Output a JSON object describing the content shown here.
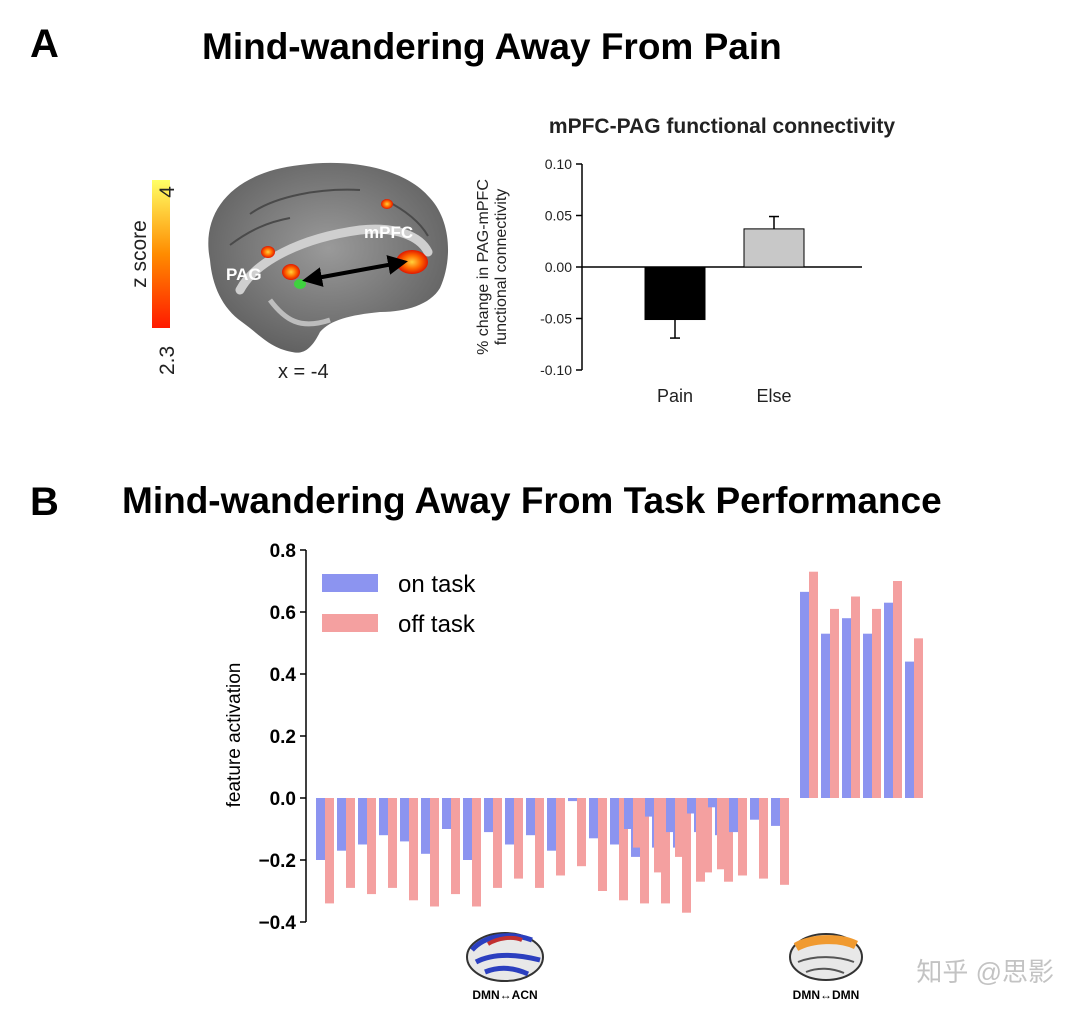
{
  "panel_a": {
    "letter": "A",
    "title": "Mind-wandering Away From Pain",
    "brain": {
      "colorbar_label": "z score",
      "colorbar_max": "4",
      "colorbar_min": "2.3",
      "colorbar_colors": [
        "#ff1a00",
        "#ff8c00",
        "#ffff66"
      ],
      "region_pag": "PAG",
      "region_mpfc": "mPFC",
      "slice_label": "x = -4"
    }
  },
  "panel_b": {
    "letter": "B",
    "title": "Mind-wandering Away From Task Performance",
    "brain_labels": [
      "DMN↔ACN",
      "DMN↔DMN"
    ]
  },
  "watermark": "知乎 @思影",
  "chart_data": [
    {
      "type": "bar",
      "title": "mPFC-PAG functional connectivity",
      "ylabel": "% change  in PAG-mPFC functional connectivity",
      "ylabel_lines": [
        "% change  in PAG-mPFC",
        "functional connectivity"
      ],
      "categories": [
        "Pain",
        "Else"
      ],
      "values": [
        -0.051,
        0.037
      ],
      "errors": [
        0.018,
        0.012
      ],
      "colors": [
        "#000000",
        "#c8c8c8"
      ],
      "ylim": [
        -0.1,
        0.1
      ],
      "yticks": [
        "-0.10",
        "-0.05",
        "0.00",
        "0.05",
        "0.10"
      ],
      "ytick_values": [
        -0.1,
        -0.05,
        0.0,
        0.05,
        0.1
      ],
      "grid": false
    },
    {
      "type": "bar",
      "ylabel": "feature activation",
      "ylim": [
        -0.4,
        0.8
      ],
      "yticks": [
        "−0.4",
        "−0.2",
        "0.0",
        "0.2",
        "0.4",
        "0.6",
        "0.8"
      ],
      "ytick_values": [
        -0.4,
        -0.2,
        0.0,
        0.2,
        0.4,
        0.6,
        0.8
      ],
      "legend_position": "top-left",
      "grid": false,
      "series": [
        {
          "name": "on task",
          "color": "#8c94f0",
          "groups": [
            [
              -0.2,
              -0.17,
              -0.15,
              -0.12,
              -0.14,
              -0.18,
              -0.1,
              -0.2,
              -0.11,
              -0.15,
              -0.12,
              -0.17,
              -0.01,
              -0.13,
              -0.15,
              -0.19,
              -0.16,
              -0.16,
              -0.11,
              -0.12
            ],
            [
              -0.1,
              -0.06,
              -0.11,
              -0.05,
              -0.03,
              -0.11,
              -0.07,
              -0.09
            ],
            [
              0.665,
              0.53,
              0.58,
              0.53,
              0.63,
              0.44
            ]
          ]
        },
        {
          "name": "off task",
          "color": "#f4a0a0",
          "groups": [
            [
              -0.34,
              -0.29,
              -0.31,
              -0.29,
              -0.33,
              -0.35,
              -0.31,
              -0.35,
              -0.29,
              -0.26,
              -0.29,
              -0.25,
              -0.22,
              -0.3,
              -0.33,
              -0.34,
              -0.34,
              -0.37,
              -0.24,
              -0.27
            ],
            [
              -0.16,
              -0.24,
              -0.19,
              -0.27,
              -0.23,
              -0.25,
              -0.26,
              -0.28
            ],
            [
              0.73,
              0.61,
              0.65,
              0.61,
              0.7,
              0.515
            ]
          ]
        }
      ]
    }
  ]
}
